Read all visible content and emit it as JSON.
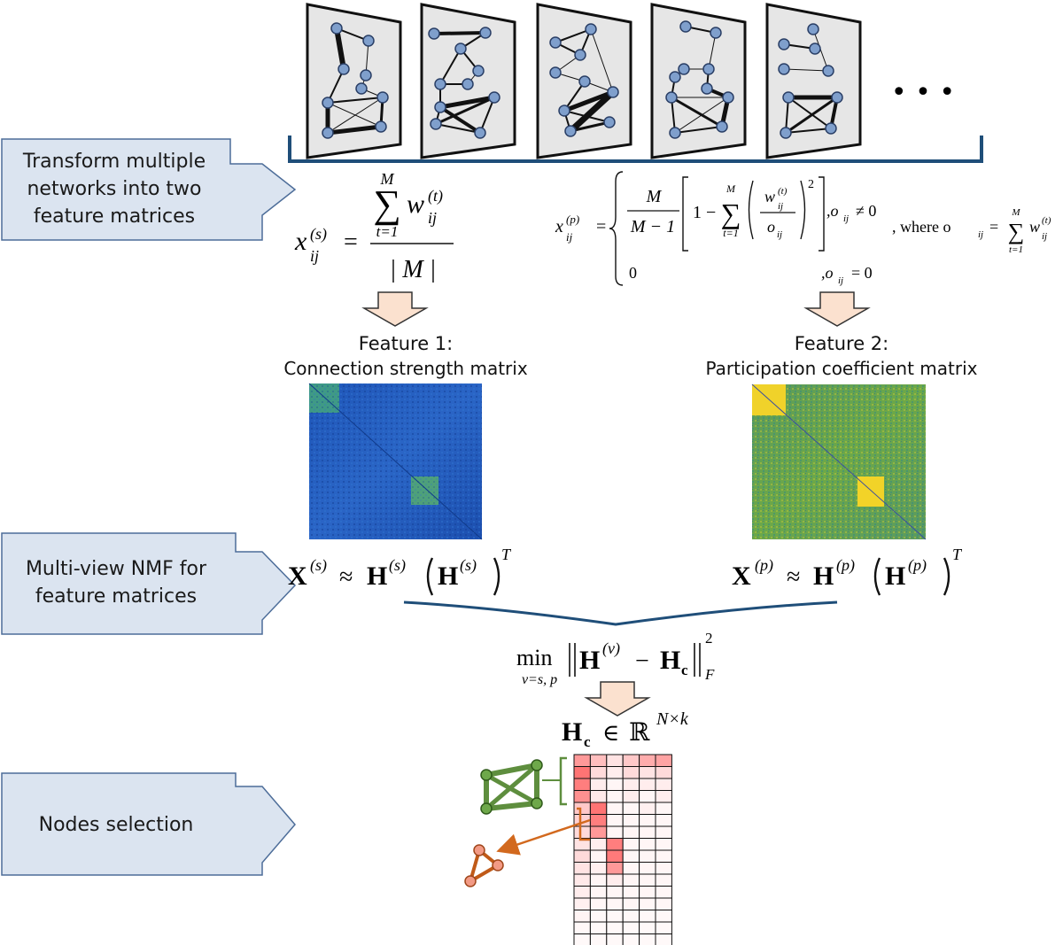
{
  "steps": [
    {
      "label": "Transform multiple\nnetworks into two\nfeature matrices"
    },
    {
      "label": "Multi-view NMF for\nfeature matrices"
    },
    {
      "label": "Nodes selection"
    }
  ],
  "ellipsis": "• • •",
  "features": [
    {
      "title": "Feature 1:",
      "subtitle": "Connection strength matrix"
    },
    {
      "title": "Feature 2:",
      "subtitle": "Participation coefficient matrix"
    }
  ],
  "formulas": {
    "strength": {
      "lhs": "x",
      "lhs_sub": "ij",
      "lhs_sup": "(s)",
      "eq": "=",
      "sum_upper": "M",
      "sum_symbol": "∑",
      "sum_lower": "t=1",
      "term": "w",
      "term_sub": "ij",
      "term_sup": "(t)",
      "denominator": "| M |"
    },
    "participation": {
      "lhs": "x",
      "lhs_sub": "ij",
      "lhs_sup": "(p)",
      "eq": "=",
      "frac_num": "M",
      "frac_den": "M − 1",
      "one_minus": "1 −",
      "sum_symbol": "∑",
      "sum_upper": "M",
      "sum_lower": "t=1",
      "inner_num": "w",
      "inner_num_sub": "ij",
      "inner_num_sup": "(t)",
      "inner_den": "o",
      "inner_den_sub": "ij",
      "power": "2",
      "cond1": ",o",
      "cond1_sub": "ij",
      "cond1_rel": "≠ 0",
      "where": ", where o",
      "where_sub": "ij",
      "where_eq": "=",
      "where_sum_upper": "M",
      "where_sum_lower": "t=1",
      "where_term": "w",
      "where_term_sub": "ij",
      "where_term_sup": "(t)",
      "zero": "0",
      "cond2": ",o",
      "cond2_sub": "ij",
      "cond2_rel": "= 0"
    },
    "nmf_s": {
      "X": "X",
      "sup": "(s)",
      "approx": "≈",
      "H": "H",
      "T": "T"
    },
    "nmf_p": {
      "X": "X",
      "sup": "(p)",
      "approx": "≈",
      "H": "H",
      "T": "T"
    },
    "objective": {
      "min": "min",
      "min_sub": "v=s, p",
      "H": "H",
      "H_sup": "(v)",
      "minus": "−",
      "Hc": "H",
      "Hc_sub": "c",
      "norm_sub": "F",
      "norm_sup": "2"
    },
    "hc": {
      "H": "H",
      "sub": "c",
      "in": "∈",
      "R": "ℝ",
      "dims": "N×k"
    }
  },
  "colors": {
    "step_fill": "#dbe4f0",
    "step_stroke": "#4d6d99",
    "bracket": "#1f4e79",
    "node_fill": "#7f9fcc",
    "node_stroke": "#2a3f66",
    "panel_fill": "#e6e6e6",
    "arrow_fill": "#fbe1cf",
    "arrow_stroke": "#333333",
    "module_green": "#5e8e3e",
    "module_orange": "#d2691e",
    "cell_red": "#e35b5b"
  },
  "icons": {
    "network": "network-graph-icon",
    "arrow": "down-arrow-icon",
    "pointer": "right-arrow-icon"
  }
}
